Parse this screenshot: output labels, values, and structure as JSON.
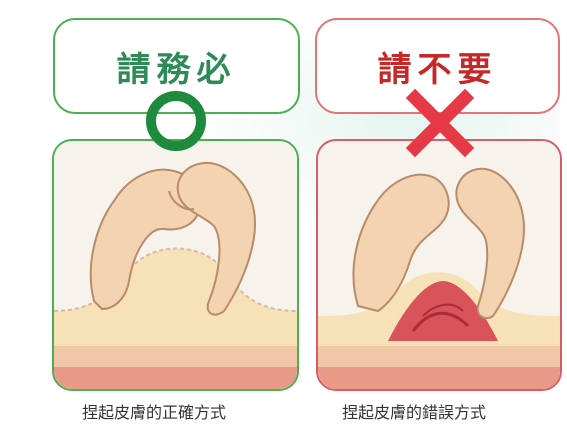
{
  "good": {
    "label": "請務必",
    "caption": "捏起皮膚的正確方式",
    "accent": "#4caf50",
    "icon": "check-circle-icon"
  },
  "bad": {
    "label": "請不要",
    "caption": "捏起皮膚的錯誤方式",
    "accent": "#e53945",
    "icon": "cross-icon"
  }
}
